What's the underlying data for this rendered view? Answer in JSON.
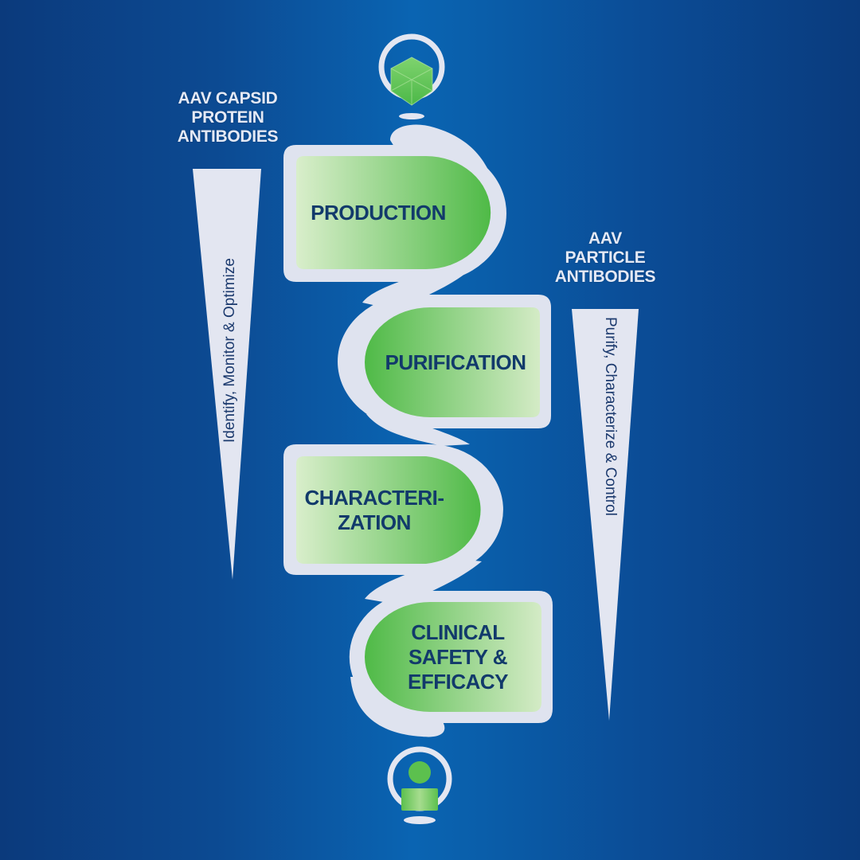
{
  "diagram": {
    "left_group": {
      "title_lines": [
        "AAV CAPSID",
        "PROTEIN",
        "ANTIBODIES"
      ],
      "wedge_text": "Identify, Monitor & Optimize"
    },
    "right_group": {
      "title_lines": [
        "AAV",
        "PARTICLE",
        "ANTIBODIES"
      ],
      "wedge_text": "Purify, Characterize & Control"
    },
    "stages": [
      {
        "lines": [
          "PRODUCTION"
        ]
      },
      {
        "lines": [
          "PURIFICATION"
        ]
      },
      {
        "lines": [
          "CHARACTERI-",
          "ZATION"
        ]
      },
      {
        "lines": [
          "CLINICAL",
          "SAFETY &",
          "EFFICACY"
        ]
      }
    ],
    "top_icon": "virus-capsid-icon",
    "bottom_icon": "patient-person-icon",
    "colors": {
      "background_center": "#0a64b2",
      "background_edge": "#0b3a7c",
      "ribbon": "#dfe3ef",
      "stage_green_dark": "#4cb848",
      "stage_green_light": "#d4ebc6",
      "stage_text": "#123a6b",
      "label_text": "#e4e9f5"
    }
  }
}
